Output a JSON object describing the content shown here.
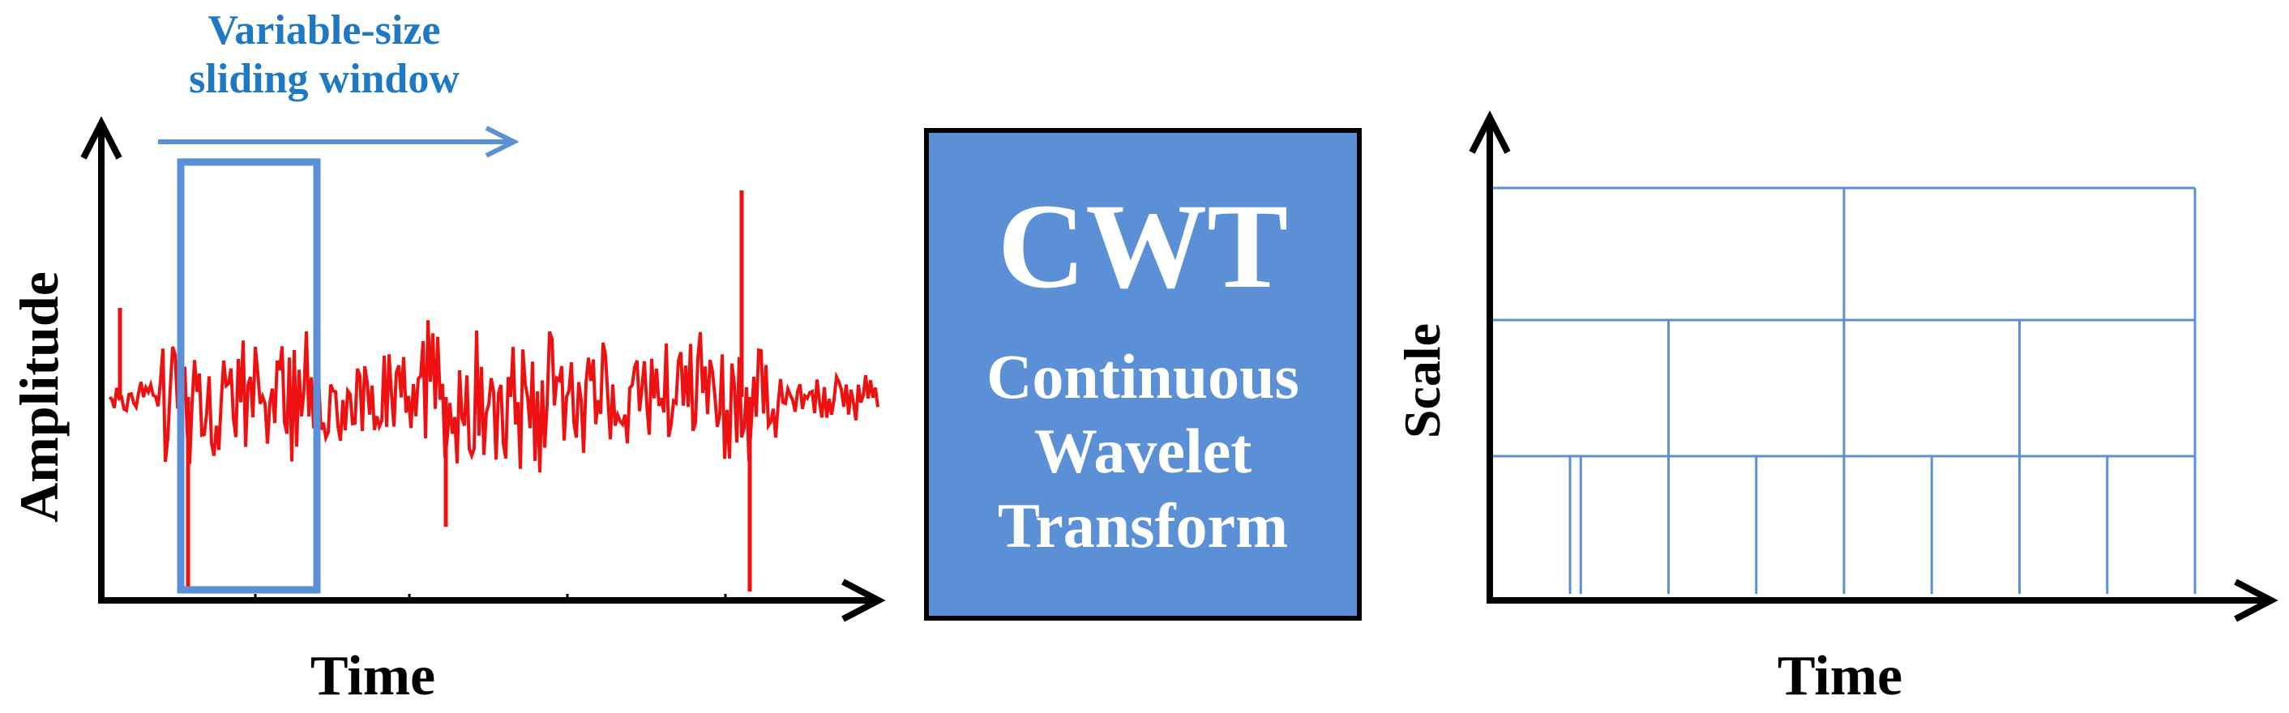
{
  "left_panel": {
    "window_title_lines": [
      "Variable-size",
      "sliding window"
    ],
    "y_label": "Amplitude",
    "x_label": "Time",
    "signal_color": "#EE1111",
    "window_color": "#5B8FD6",
    "arrow_color": "#5B8FD6",
    "title_color": "#1F78C2"
  },
  "center_box": {
    "title": "CWT",
    "subtitle_lines": [
      "Continuous",
      "Wavelet",
      "Transform"
    ],
    "fill_color": "#5B8FD6",
    "text_color": "#FFFFFF",
    "border_color": "#000000"
  },
  "right_panel": {
    "y_label": "Scale",
    "x_label": "Time",
    "grid_color": "#5B8FD6",
    "rows": [
      {
        "cells": 2
      },
      {
        "cells": 4
      },
      {
        "cells": 8
      }
    ]
  }
}
